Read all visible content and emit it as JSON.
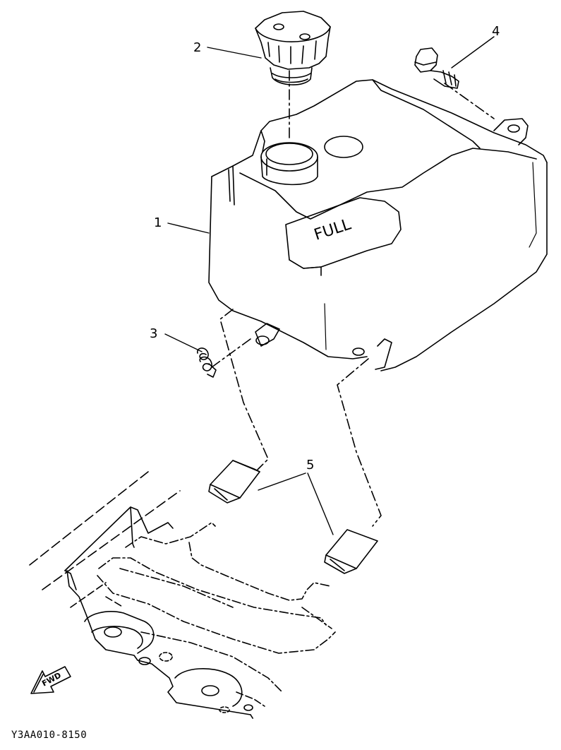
{
  "callouts": [
    {
      "id": "1",
      "label": "1"
    },
    {
      "id": "2",
      "label": "2"
    },
    {
      "id": "3",
      "label": "3"
    },
    {
      "id": "4",
      "label": "4"
    },
    {
      "id": "5",
      "label": "5"
    }
  ],
  "tank_marking": "FULL",
  "direction_marking": "FWD",
  "drawing_code": "Y3AA010-8150",
  "colors": {
    "line": "#000000",
    "background": "#ffffff"
  }
}
